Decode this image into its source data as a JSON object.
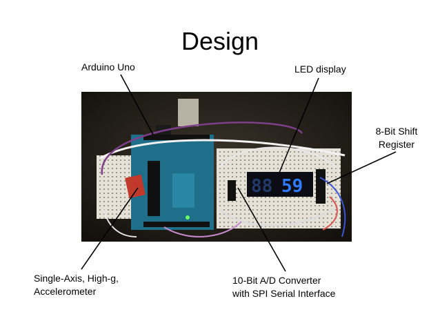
{
  "slide": {
    "title": "Design"
  },
  "labels": {
    "arduino": "Arduino Uno",
    "led_display": "LED display",
    "shift_register_line1": "8-Bit Shift",
    "shift_register_line2": "Register",
    "accelerometer_line1": "Single-Axis, High-g,",
    "accelerometer_line2": "Accelerometer",
    "adc_line1": "10-Bit A/D Converter",
    "adc_line2": "with SPI Serial Interface"
  },
  "display": {
    "digits_dim": "88",
    "digits_lit": "59",
    "lit_color": "#2f7bff",
    "dim_color": "#223a6a"
  },
  "colors": {
    "board": "#1f6f8b",
    "breadboard": "#e8e4dc",
    "wire_white": "#f2f2f2",
    "wire_red": "#d9534f",
    "leader": "#000000"
  }
}
